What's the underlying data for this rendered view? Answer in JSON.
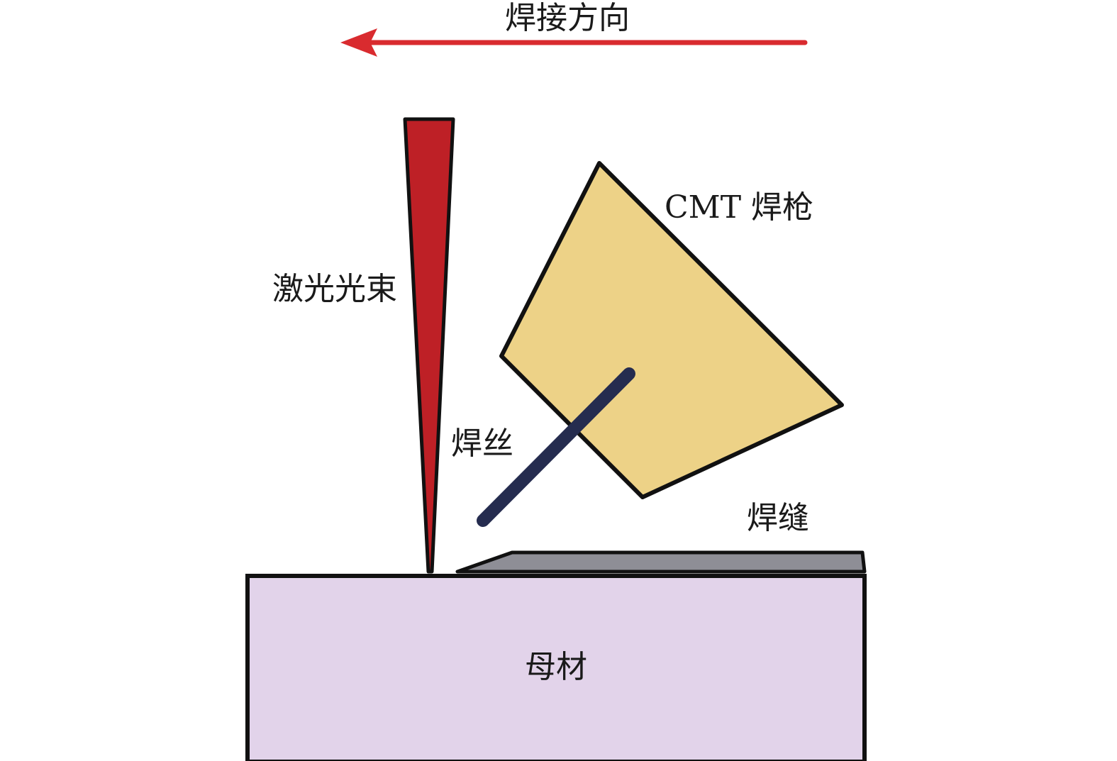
{
  "diagram": {
    "direction_label": "焊接方向",
    "laser_label": "激光光束",
    "torch_label": "CMT 焊枪",
    "wire_label": "焊丝",
    "seam_label": "焊缝",
    "base_label": "母材"
  },
  "colors": {
    "arrow": "#d92b2f",
    "laser": "#be2026",
    "torch": "#edd287",
    "wire": "#252c4f",
    "seam": "#8e8e96",
    "base": "#e2d3ea",
    "outline": "#111111"
  }
}
